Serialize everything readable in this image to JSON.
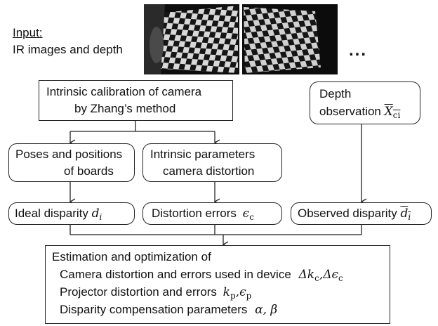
{
  "input": {
    "heading": "Input:",
    "text": "IR images and depth",
    "ellipsis": "..."
  },
  "calibration": {
    "line1": "Intrinsic calibration of camera",
    "line2": "by Zhang’s method"
  },
  "depth_obs": {
    "line1": "Depth",
    "line2_text": "observation",
    "symbol": "X",
    "symbol_sub": "ci"
  },
  "poses": {
    "line1": "Poses and positions",
    "line2": "of boards"
  },
  "intrinsic": {
    "line1": "Intrinsic parameters",
    "line2": "camera distortion"
  },
  "ideal": {
    "text": "Ideal disparity",
    "symbol": "d",
    "sub": "i"
  },
  "distortion": {
    "text": "Distortion errors",
    "symbol": "ϵ",
    "sub": "c"
  },
  "observed": {
    "text": "Observed disparity",
    "symbol": "d",
    "sub": "i"
  },
  "estimation": {
    "title": "Estimation and optimization of",
    "line1_text": "Camera distortion and errors used in device",
    "line1_math": "Δk",
    "line1_sub1": "c",
    "line1_math2": ",Δϵ",
    "line1_sub2": "c",
    "line2_text": "Projector distortion and errors",
    "line2_math": "k",
    "line2_sub1": "p",
    "line2_math2": ",ϵ",
    "line2_sub2": "p",
    "line3_text": "Disparity compensation parameters",
    "line3_math": "α, β"
  }
}
